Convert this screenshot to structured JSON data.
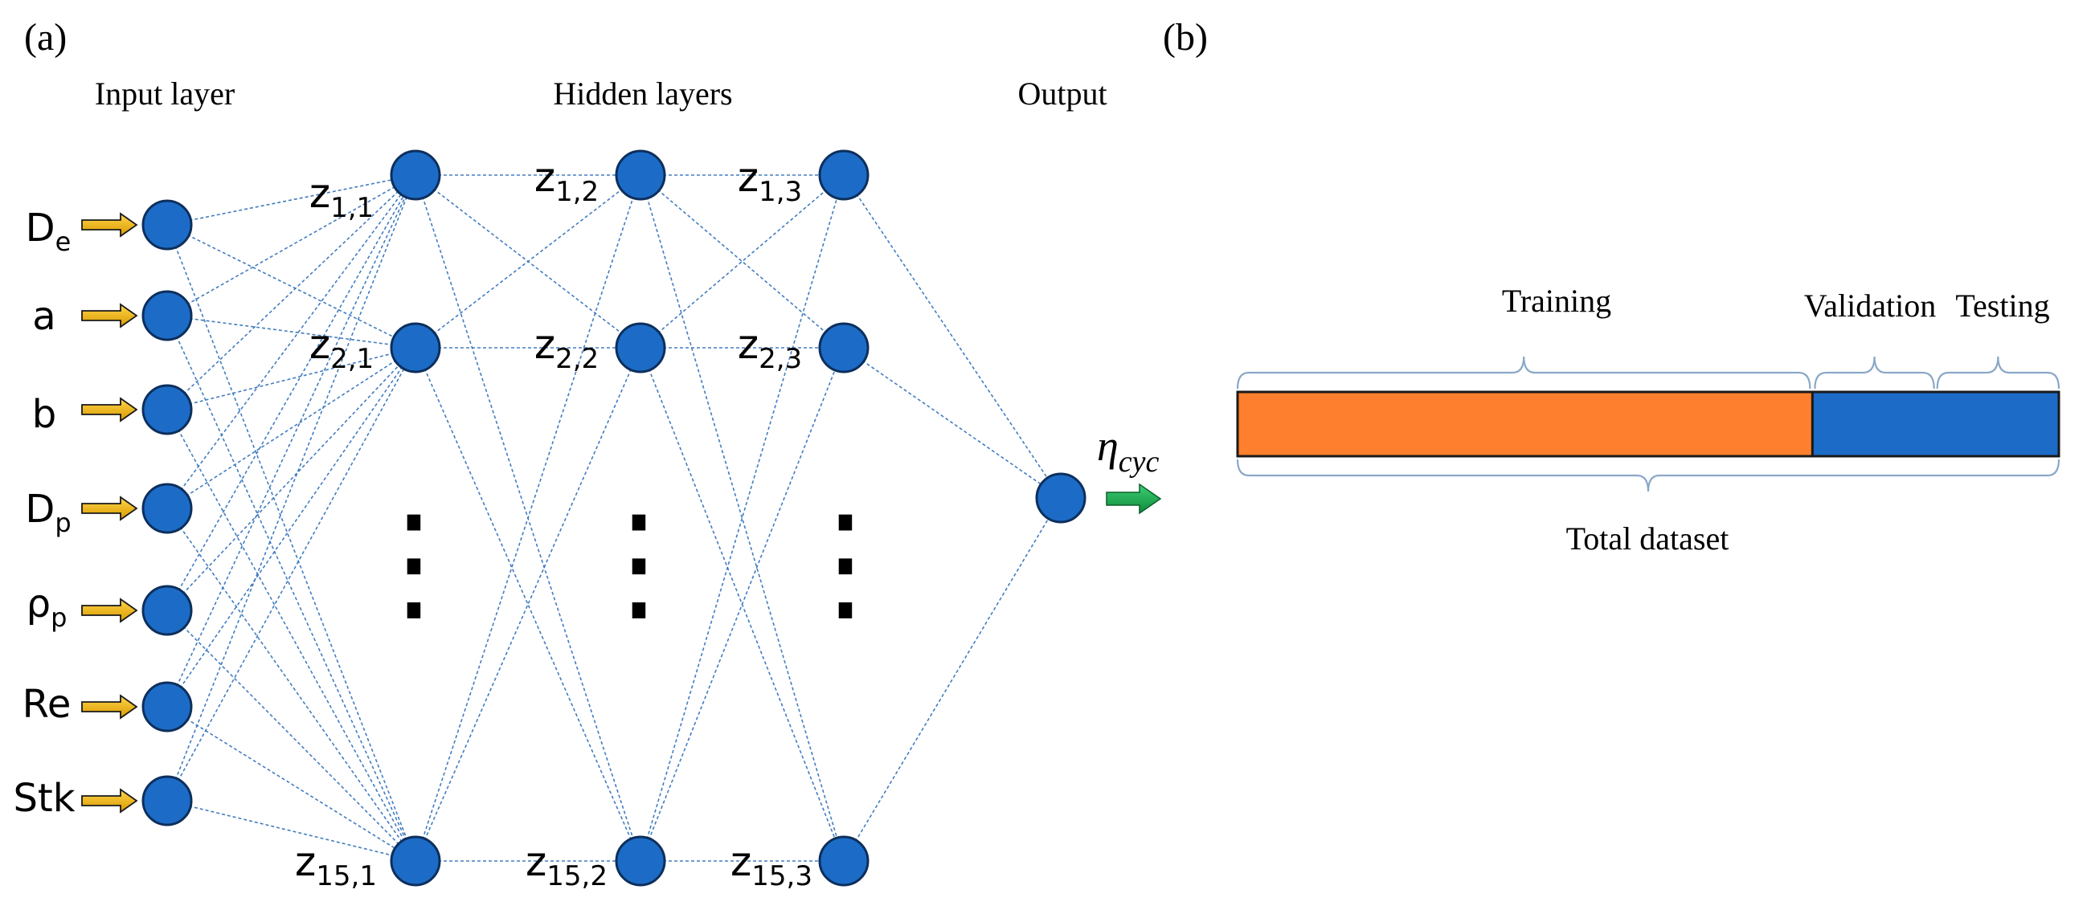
{
  "panel_a": {
    "label": "(a)",
    "headers": {
      "input": "Input layer",
      "hidden": "Hidden layers",
      "output": "Output"
    },
    "inputs": [
      {
        "base": "D",
        "sub": "e"
      },
      {
        "base": "a",
        "sub": ""
      },
      {
        "base": "b",
        "sub": ""
      },
      {
        "base": "D",
        "sub": "p"
      },
      {
        "base": "ρ",
        "sub": "p"
      },
      {
        "base": "Re",
        "sub": ""
      },
      {
        "base": "Stk",
        "sub": ""
      }
    ],
    "hidden_labels": [
      [
        {
          "base": "z",
          "sub": "1,1"
        },
        {
          "base": "z",
          "sub": "2,1"
        },
        {
          "base": "z",
          "sub": "15,1"
        }
      ],
      [
        {
          "base": "z",
          "sub": "1,2"
        },
        {
          "base": "z",
          "sub": "2,2"
        },
        {
          "base": "z",
          "sub": "15,2"
        }
      ],
      [
        {
          "base": "z",
          "sub": "1,3"
        },
        {
          "base": "z",
          "sub": "2,3"
        },
        {
          "base": "z",
          "sub": "15,3"
        }
      ]
    ],
    "ellipsis": "⋮",
    "output_label": {
      "base": "η",
      "sub": "cyc"
    }
  },
  "panel_b": {
    "label": "(b)",
    "segments": [
      {
        "name": "Training",
        "fraction": 0.7,
        "color": "#fe7f2d"
      },
      {
        "name": "Validation",
        "fraction": 0.15,
        "color": "#1c6cc7"
      },
      {
        "name": "Testing",
        "fraction": 0.15,
        "color": "#1c6cc7"
      }
    ],
    "total_label": "Total dataset"
  },
  "colors": {
    "node": "#1c6cc7",
    "node_stroke": "#0d2f5c",
    "edge": "#2f6fb8",
    "input_arrow": "#f0b400",
    "output_arrow": "#17a34a",
    "brace": "#8aa8c8"
  }
}
